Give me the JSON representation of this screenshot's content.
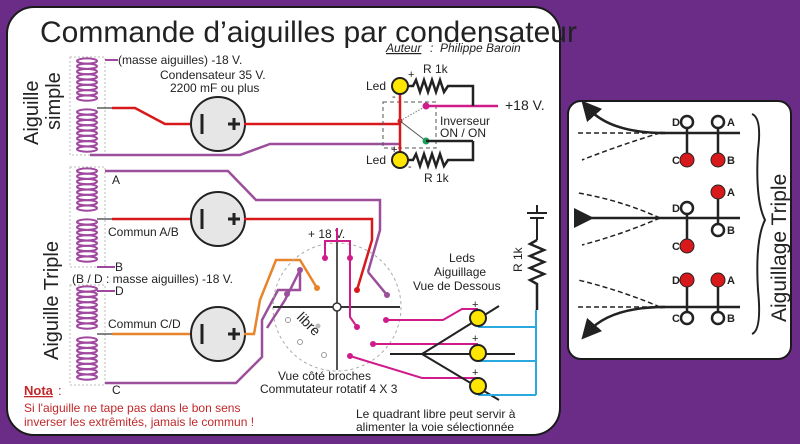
{
  "title": "Commande d’aiguilles par condensateur",
  "author_label": "Auteur",
  "author_sep": " : ",
  "author_name": "Philippe Baroin",
  "simple": {
    "side_label_1": "Aiguille",
    "side_label_2": "simple",
    "masse": "(masse aiguilles) -18 V.",
    "cap_line1": "Condensateur 35 V.",
    "cap_line2": "2200 mF ou plus",
    "led_top": "Led",
    "led_bottom": "Led",
    "r_top": "R 1k",
    "r_bottom": "R 1k",
    "plus18": "+18 V.",
    "inverseur_1": "Inverseur",
    "inverseur_2": "ON / ON",
    "plus_sign": "+",
    "minus_sign": "-"
  },
  "triple": {
    "side_label": "Aiguille Triple",
    "A": "A",
    "B": "B",
    "C": "C",
    "D": "D",
    "commun_ab": "Commun A/B",
    "commun_cd": "Commun C/D",
    "masse": "(B / D : masse aiguilles) -18 V.",
    "plus18": "+ 18 V.",
    "libre": "libre",
    "rotary_1": "Vue côté broches",
    "rotary_2": "Commutateur rotatif 4 X 3",
    "leds_1": "Leds",
    "leds_2": "Aiguillage",
    "leds_3": "Vue de Dessous",
    "r1k": "R 1k",
    "note_1": "Le quadrant libre peut servir à",
    "note_2": "alimenter la voie sélectionnée"
  },
  "nota": {
    "label": "Nota",
    "sep": " :",
    "line1": "Si l'aiguille ne tape pas dans le bon sens",
    "line2": "inverser les extrêmités, jamais le commun !"
  },
  "side": {
    "title": "Aiguillage Triple",
    "labels": [
      "D",
      "A",
      "C",
      "B"
    ]
  },
  "colors": {
    "background": "#6b2c87",
    "red_wire": "#d7191c",
    "purple_wire": "#9b4f9b",
    "magenta_wire": "#d01c8b",
    "orange_wire": "#e8842a",
    "cyan_wire": "#2aa9df",
    "led_yellow": "#ffe600",
    "nota_red": "#c0282a"
  }
}
